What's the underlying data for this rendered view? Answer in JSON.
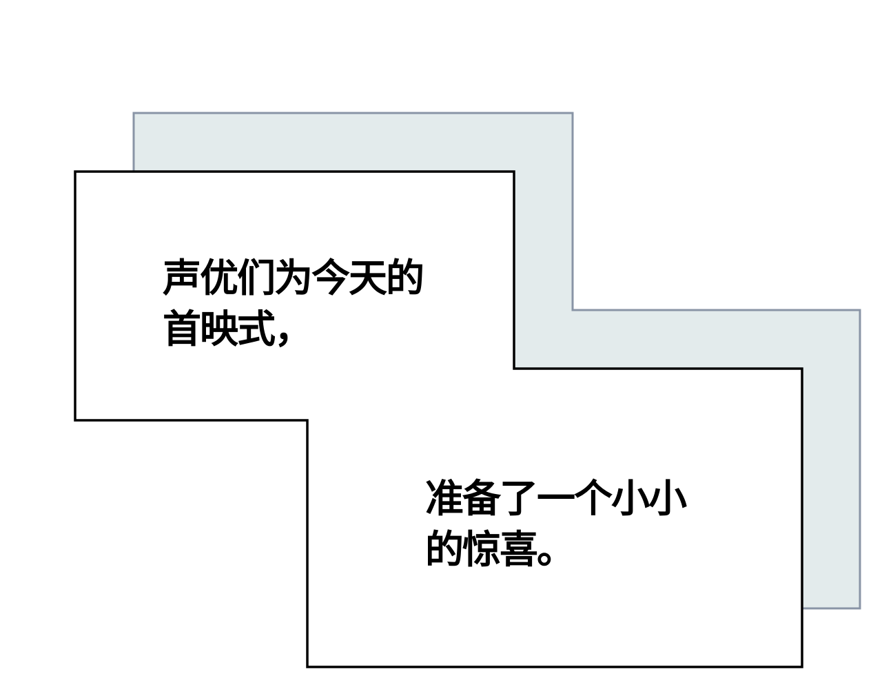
{
  "colors": {
    "background": "#ffffff",
    "shadow_fill": "#e3ebec",
    "shadow_stroke": "#8994a6",
    "box_fill": "#ffffff",
    "box_stroke": "#000000",
    "text": "#000000"
  },
  "captions": {
    "top": {
      "line1": "声优们为今天的",
      "line2": "首映式，"
    },
    "bottom": {
      "line1": "准备了一个小小",
      "line2": "的惊喜。"
    }
  }
}
